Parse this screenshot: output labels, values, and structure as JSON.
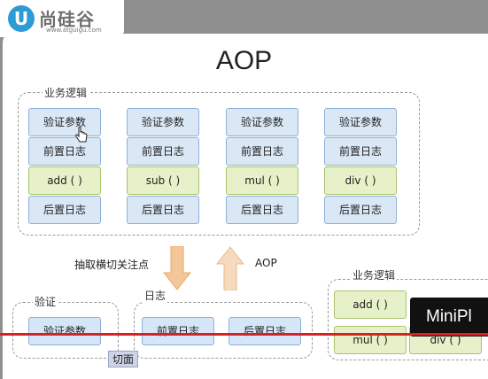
{
  "logo": {
    "mark": "U",
    "name": "尚硅谷",
    "url": "www.atguigu.com"
  },
  "title": "AOP",
  "business_group": {
    "label": "业务逻辑",
    "columns": [
      {
        "validate": "验证参数",
        "pre_log": "前置日志",
        "method": "add ( )",
        "post_log": "后置日志"
      },
      {
        "validate": "验证参数",
        "pre_log": "前置日志",
        "method": "sub ( )",
        "post_log": "后置日志"
      },
      {
        "validate": "验证参数",
        "pre_log": "前置日志",
        "method": "mul ( )",
        "post_log": "后置日志"
      },
      {
        "validate": "验证参数",
        "pre_log": "前置日志",
        "method": "div ( )",
        "post_log": "后置日志"
      }
    ]
  },
  "arrows": {
    "extract_label": "抽取横切关注点",
    "aop_label": "AOP"
  },
  "validation_group": {
    "label": "验证",
    "item": "验证参数"
  },
  "log_group": {
    "label": "日志",
    "items": [
      "前置日志",
      "后置日志"
    ]
  },
  "business_small": {
    "label": "业务逻辑",
    "items": [
      "add ( )",
      "div ( )",
      "mul ( )"
    ]
  },
  "aspect_label": "切面",
  "overlay_banner": "MiniPl",
  "colors": {
    "cell_blue": "#dae8f6",
    "cell_green": "#e7f1c9",
    "arrow": "#f3c79a",
    "progress": "#d62222"
  }
}
